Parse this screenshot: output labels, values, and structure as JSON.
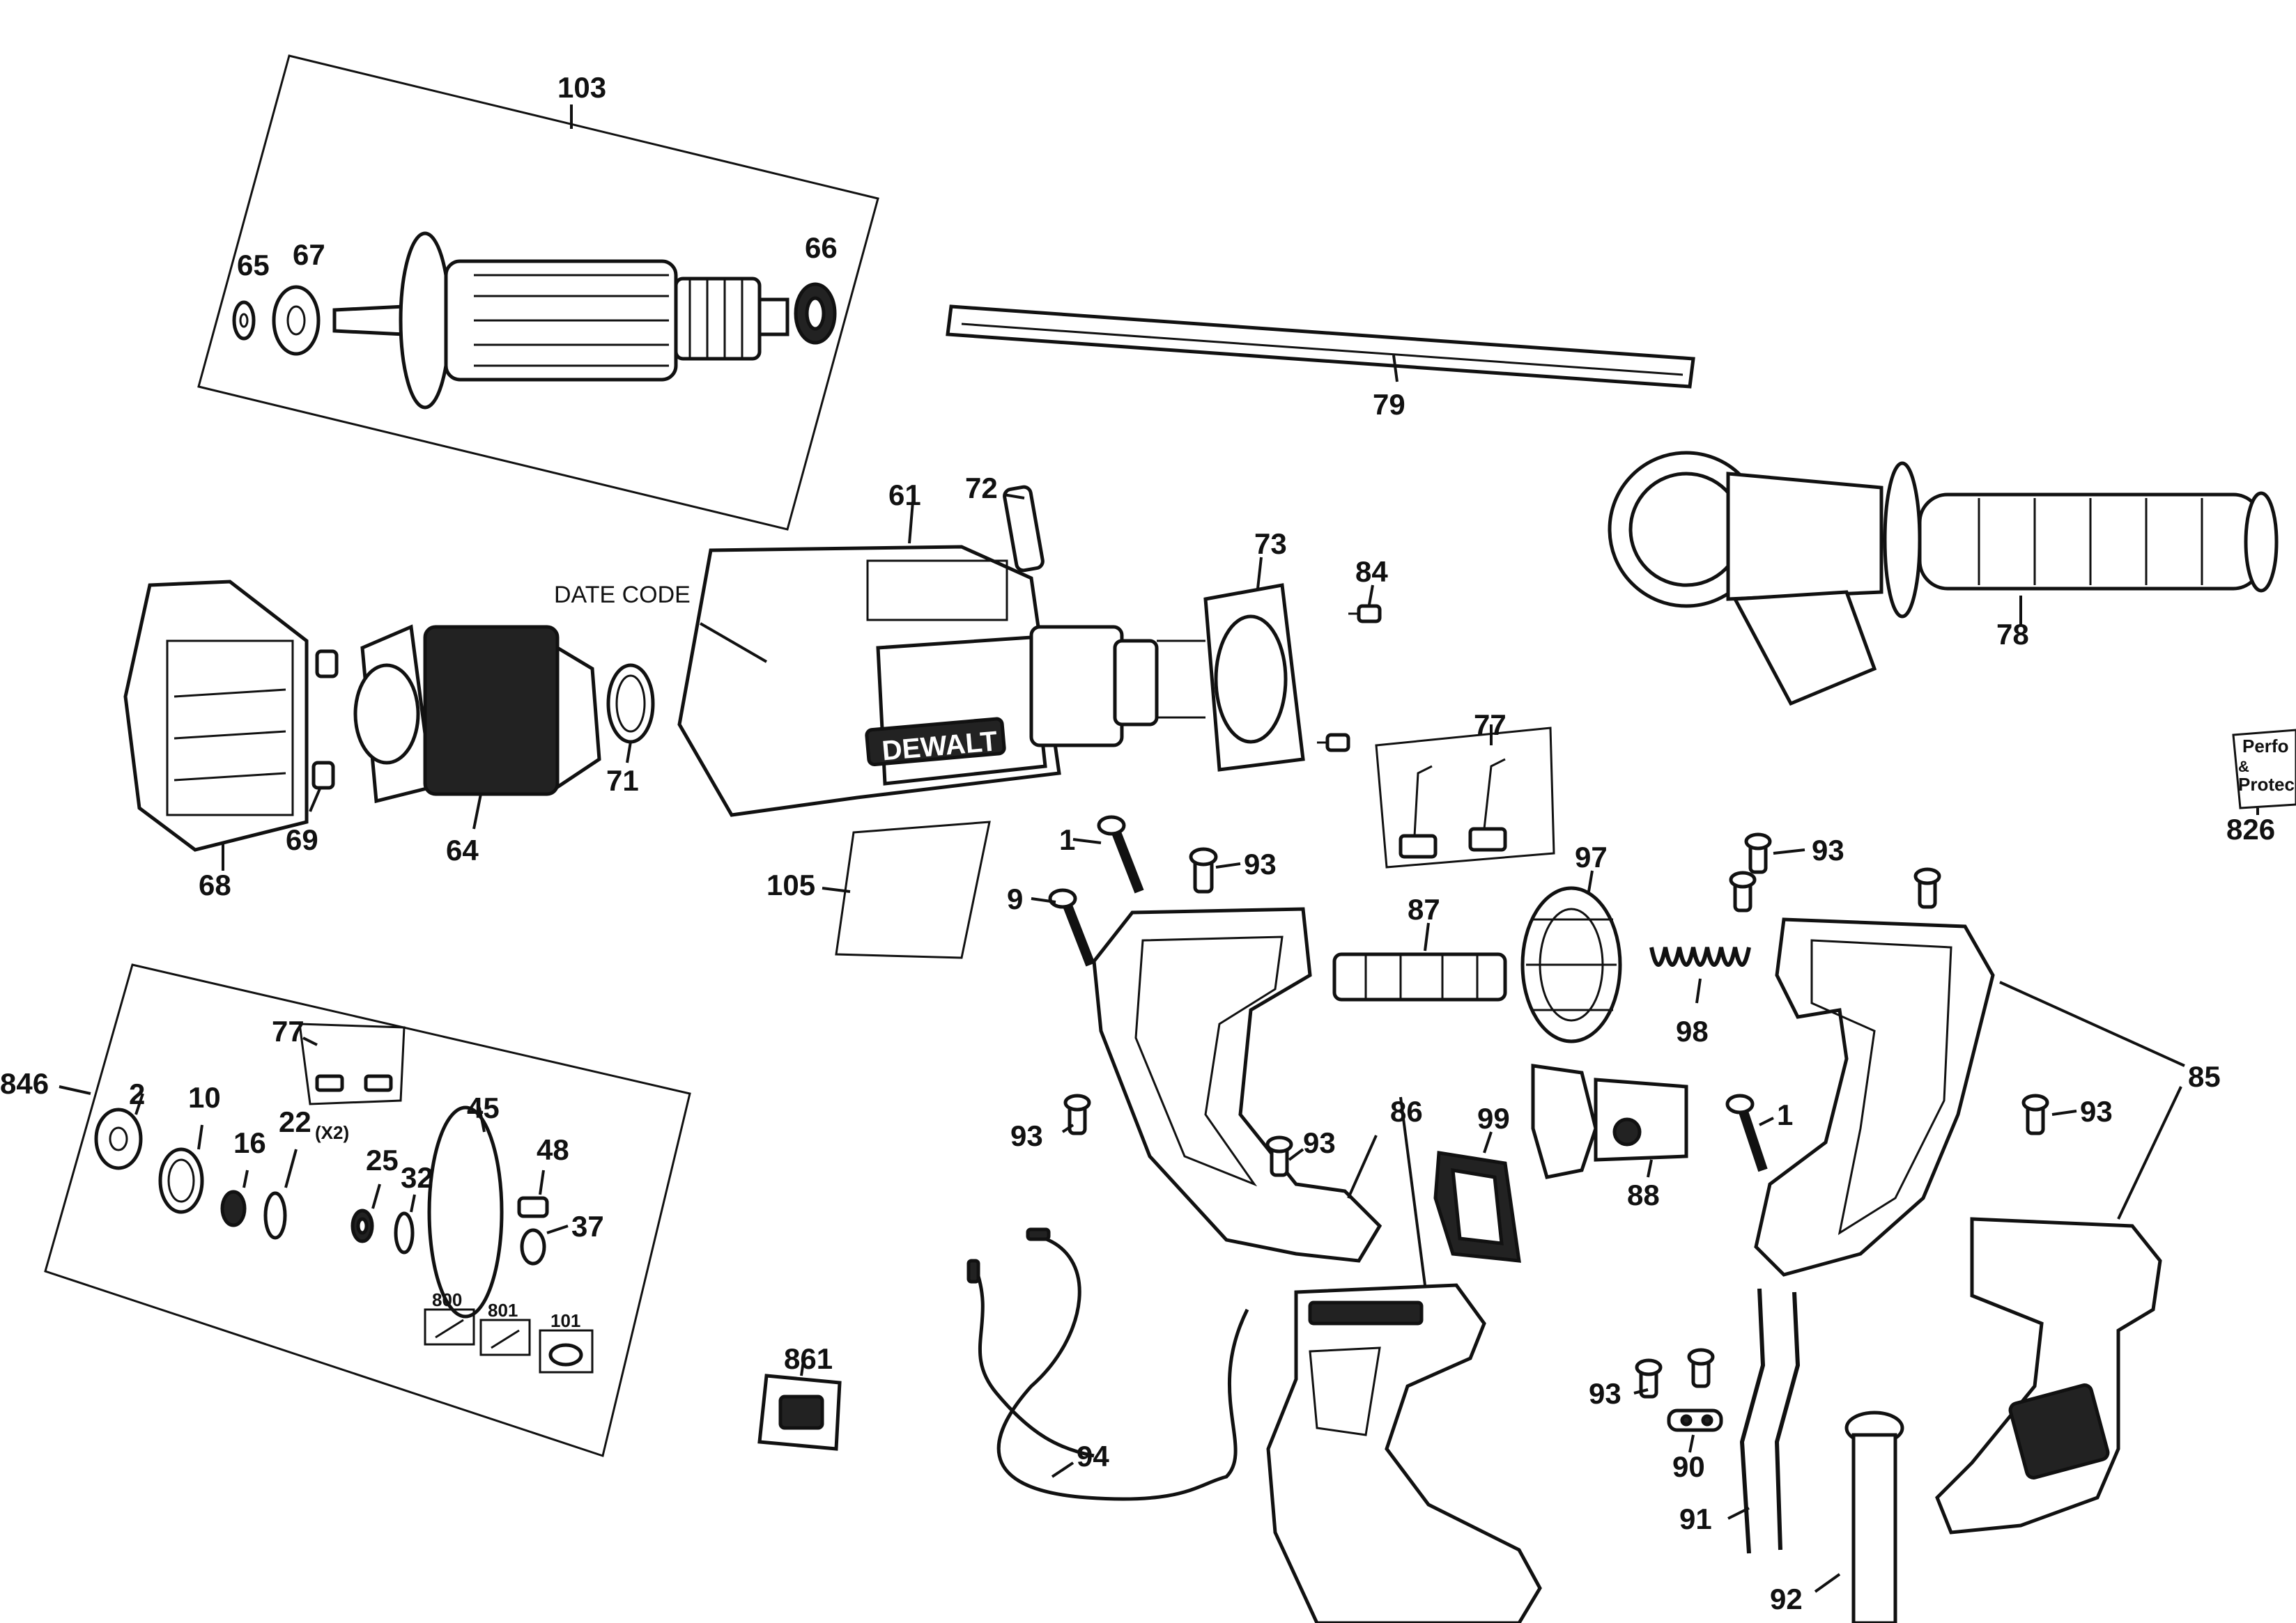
{
  "labels": {
    "p103": "103",
    "p65": "65",
    "p67": "67",
    "p66": "66",
    "p79": "79",
    "p61": "61",
    "p72": "72",
    "p73": "73",
    "p84": "84",
    "p78": "78",
    "date_code": "DATE CODE",
    "brand": "DEWALT",
    "p68": "68",
    "p69": "69",
    "p64": "64",
    "p71": "71",
    "p105": "105",
    "p77a": "77",
    "p77b": "77",
    "p826": "826",
    "sticker_l1": "Perfo",
    "sticker_l2": "&",
    "sticker_l3": "Protec",
    "p1a": "1",
    "p93a": "93",
    "p9": "9",
    "p87": "87",
    "p97": "97",
    "p93b": "93",
    "p98": "98",
    "p85": "85",
    "p846": "846",
    "p2": "2",
    "p10": "10",
    "p16": "16",
    "p22": "22",
    "x2": "(X2)",
    "p25": "25",
    "p45": "45",
    "p32": "32",
    "p48": "48",
    "p37": "37",
    "p800": "800",
    "p801": "801",
    "p101": "101",
    "p93c": "93",
    "p93d": "93",
    "p86": "86",
    "p99": "99",
    "p88": "88",
    "p1b": "1",
    "p93e": "93",
    "p861": "861",
    "p94": "94",
    "p93f": "93",
    "p90": "90",
    "p91": "91",
    "p92": "92"
  }
}
